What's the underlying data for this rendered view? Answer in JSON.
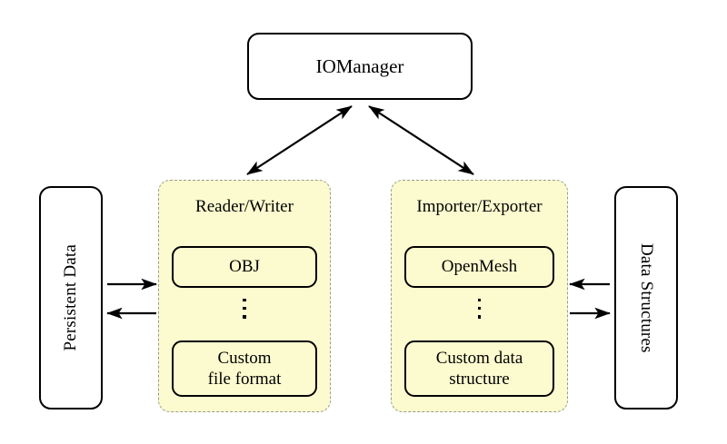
{
  "diagram": {
    "title_node": {
      "label": "IOManager"
    },
    "side_boxes": [
      {
        "name": "persistent-data",
        "label": "Persistent Data",
        "orientation": "vertical-ccw"
      },
      {
        "name": "data-structures",
        "label": "Data Structures",
        "orientation": "vertical-cw"
      }
    ],
    "panels": [
      {
        "name": "reader-writer",
        "title": "Reader/Writer",
        "top_item": "OBJ",
        "ellipsis": "vertical-dots",
        "bottom_item_line1": "Custom",
        "bottom_item_line2": "file format"
      },
      {
        "name": "importer-exporter",
        "title": "Importer/Exporter",
        "top_item": "OpenMesh",
        "ellipsis": "vertical-dots",
        "bottom_item_line1": "Custom data",
        "bottom_item_line2": "structure"
      }
    ],
    "arrows": [
      {
        "name": "iomanager-to-reader-writer",
        "style": "double-headed",
        "direction": "diagonal-down-left"
      },
      {
        "name": "iomanager-to-importer-exporter",
        "style": "double-headed",
        "direction": "diagonal-down-right"
      },
      {
        "name": "persistent-data-to-reader-writer",
        "style": "single-headed",
        "direction": "right"
      },
      {
        "name": "reader-writer-to-persistent-data",
        "style": "single-headed",
        "direction": "left"
      },
      {
        "name": "data-structures-to-importer-exporter",
        "style": "single-headed",
        "direction": "left"
      },
      {
        "name": "importer-exporter-to-data-structures",
        "style": "single-headed",
        "direction": "right"
      }
    ],
    "colors": {
      "panel_fill": "#fcfbcf",
      "panel_border": "#9a9a90",
      "node_border": "#000000",
      "background": "#ffffff",
      "text": "#000000"
    }
  }
}
